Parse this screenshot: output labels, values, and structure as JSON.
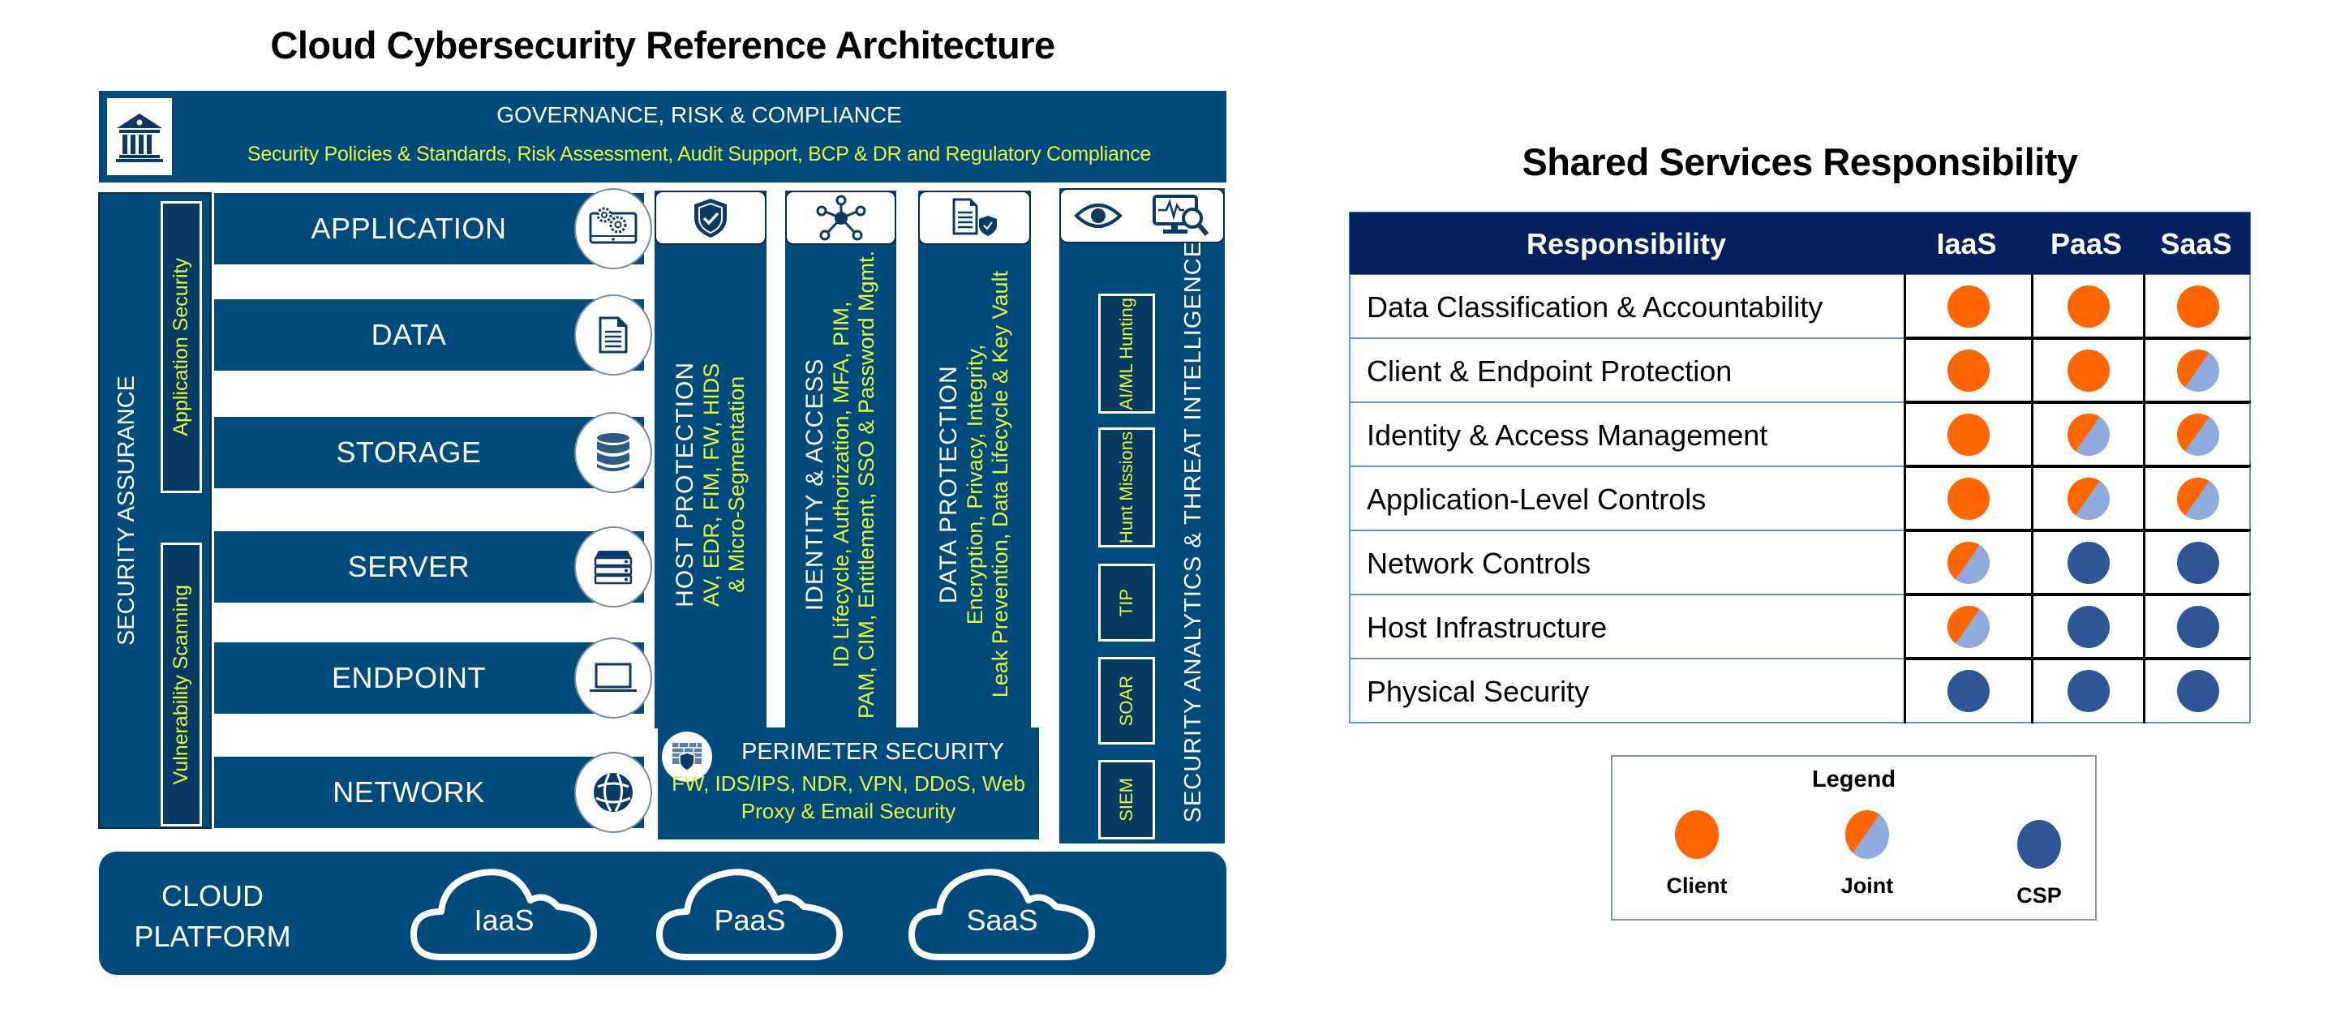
{
  "architecture": {
    "title": "Cloud Cybersecurity Reference Architecture",
    "governance": {
      "icon": "bank-icon",
      "title": "GOVERNANCE,  RISK & COMPLIANCE",
      "subtitle": "Security Policies & Standards, Risk Assessment, Audit Support, BCP & DR and Regulatory Compliance"
    },
    "security_assurance": {
      "title": "SECURITY ASSURANCE",
      "items": [
        "Application Security",
        "Vulnerability Scanning"
      ]
    },
    "layers": [
      {
        "label": "APPLICATION",
        "icon": "gear-monitor-icon"
      },
      {
        "label": "DATA",
        "icon": "document-icon"
      },
      {
        "label": "STORAGE",
        "icon": "database-icon"
      },
      {
        "label": "SERVER",
        "icon": "server-icon"
      },
      {
        "label": "ENDPOINT",
        "icon": "laptop-icon"
      },
      {
        "label": "NETWORK",
        "icon": "globe-icon"
      }
    ],
    "columns": [
      {
        "title": "HOST PROTECTION",
        "icon": "shield-check-icon",
        "desc": [
          "AV, EDR, FIM, FW, HIDS",
          "&  Micro-Segmentation"
        ]
      },
      {
        "title": "IDENTITY & ACCESS",
        "icon": "network-users-icon",
        "desc": [
          "ID Lifecycle, Authorization, MFA, PIM,",
          "PAM, CIM,  Entitlement, SSO & Password Mgmt."
        ]
      },
      {
        "title": "DATA PROTECTION",
        "icon": "document-shield-icon",
        "desc": [
          "Encryption, Privacy, Integrity,",
          "Leak Prevention, Data Lifecycle & Key Vault"
        ]
      }
    ],
    "threat_intel": {
      "title": "SECURITY ANALYTICS & THREAT INTELLIGENCE",
      "icons": [
        "eye-icon",
        "monitor-search-icon"
      ],
      "items": [
        "AI/ML Hunting",
        "Hunt Missions",
        "TIP",
        "SOAR",
        "SIEM"
      ]
    },
    "perimeter": {
      "icon": "firewall-icon",
      "title": "PERIMETER SECURITY",
      "desc": [
        "FW, IDS/IPS, NDR, VPN, DDoS,  Web",
        "Proxy & Email Security"
      ]
    },
    "cloud_platform": {
      "label_line1": "CLOUD",
      "label_line2": "PLATFORM",
      "services": [
        "IaaS",
        "PaaS",
        "SaaS"
      ]
    }
  },
  "responsibility": {
    "title": "Shared Services Responsibility",
    "headers": [
      "Responsibility",
      "IaaS",
      "PaaS",
      "SaaS"
    ],
    "rows": [
      {
        "label": "Data Classification & Accountability",
        "values": [
          "client",
          "client",
          "client"
        ]
      },
      {
        "label": "Client & Endpoint Protection",
        "values": [
          "client",
          "client",
          "joint"
        ]
      },
      {
        "label": "Identity & Access Management",
        "values": [
          "client",
          "joint",
          "joint"
        ]
      },
      {
        "label": "Application-Level Controls",
        "values": [
          "client",
          "joint",
          "joint"
        ]
      },
      {
        "label": "Network Controls",
        "values": [
          "joint",
          "csp",
          "csp"
        ]
      },
      {
        "label": "Host Infrastructure",
        "values": [
          "joint",
          "csp",
          "csp"
        ]
      },
      {
        "label": "Physical Security",
        "values": [
          "csp",
          "csp",
          "csp"
        ]
      }
    ],
    "legend": {
      "title": "Legend",
      "items": [
        {
          "key": "client",
          "label": "Client"
        },
        {
          "key": "joint",
          "label": "Joint"
        },
        {
          "key": "csp",
          "label": "CSP"
        }
      ]
    },
    "colors": {
      "client": "#FF6600",
      "joint_light": "#8FAADC",
      "csp": "#2F5597",
      "header": "#002060"
    }
  }
}
